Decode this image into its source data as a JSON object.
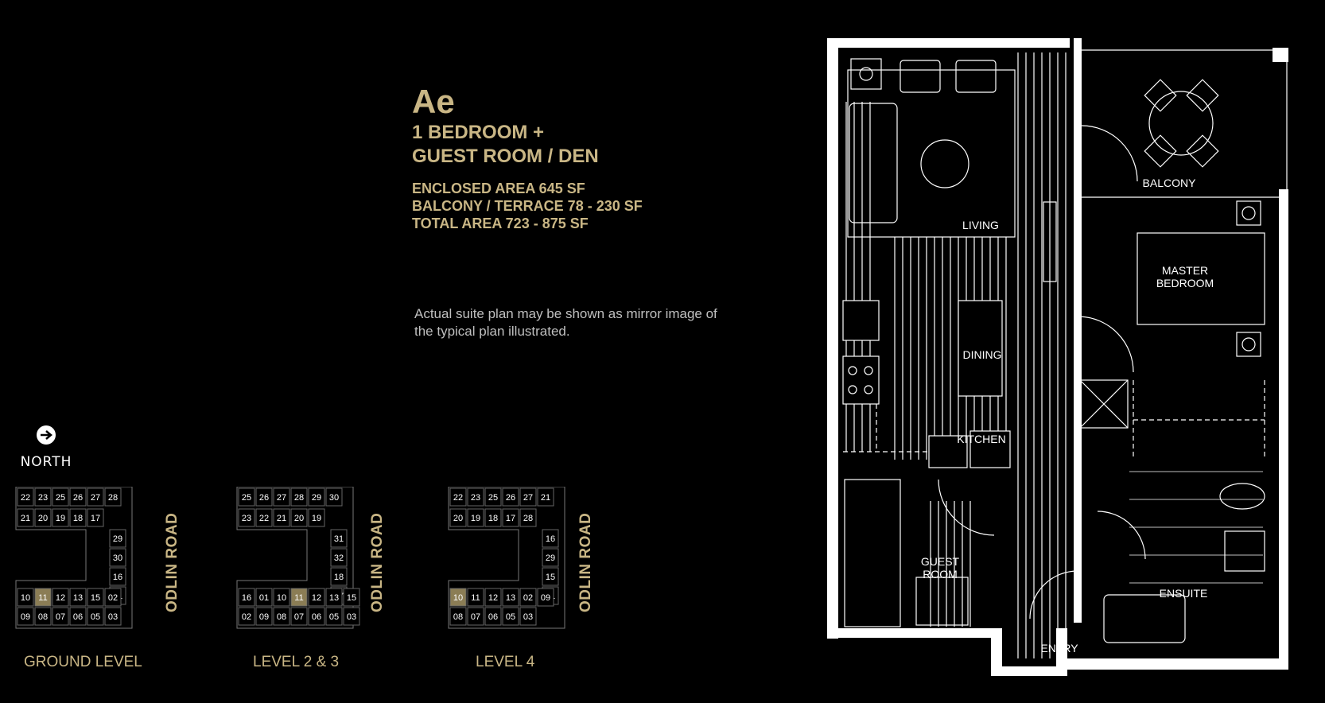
{
  "unit": {
    "code": "Ae",
    "type_line1": "1 BEDROOM +",
    "type_line2": "GUEST ROOM / DEN",
    "enclosed_area": "ENCLOSED AREA 645 SF",
    "balcony_area": "BALCONY / TERRACE 78 - 230 SF",
    "total_area": "TOTAL AREA 723 - 875 SF"
  },
  "note": "Actual suite plan may be shown as mirror image of the typical plan illustrated.",
  "north_label": "NORTH",
  "road_label": "ODLIN ROAD",
  "keyplans": [
    {
      "label": "GROUND LEVEL",
      "highlight": "11",
      "units": [
        "22",
        "23",
        "25",
        "26",
        "27",
        "28",
        "21",
        "20",
        "19",
        "18",
        "17",
        "29",
        "30",
        "16",
        "01",
        "10",
        "11",
        "12",
        "13",
        "15",
        "02",
        "09",
        "08",
        "07",
        "06",
        "05",
        "03"
      ]
    },
    {
      "label": "LEVEL 2 & 3",
      "highlight": "11",
      "units": [
        "25",
        "26",
        "27",
        "28",
        "29",
        "30",
        "23",
        "22",
        "21",
        "20",
        "19",
        "31",
        "32",
        "18",
        "17",
        "16",
        "01",
        "10",
        "11",
        "12",
        "13",
        "15",
        "02",
        "09",
        "08",
        "07",
        "06",
        "05",
        "03"
      ]
    },
    {
      "label": "LEVEL 4",
      "highlight": "10",
      "units": [
        "22",
        "23",
        "25",
        "26",
        "27",
        "21",
        "20",
        "19",
        "18",
        "17",
        "28",
        "16",
        "29",
        "15",
        "01",
        "10",
        "11",
        "12",
        "13",
        "02",
        "09",
        "08",
        "07",
        "06",
        "05",
        "03"
      ]
    }
  ],
  "rooms": {
    "living": "LIVING",
    "balcony": "BALCONY",
    "master_line1": "MASTER",
    "master_line2": "BEDROOM",
    "dining": "DINING",
    "kitchen": "KITCHEN",
    "guest_line1": "GUEST",
    "guest_line2": "ROOM",
    "ensuite": "ENSUITE",
    "entry": "ENTRY"
  },
  "colors": {
    "accent": "#c9b685",
    "highlight": "#8b7d55",
    "background": "#000000",
    "line": "#ffffff"
  }
}
